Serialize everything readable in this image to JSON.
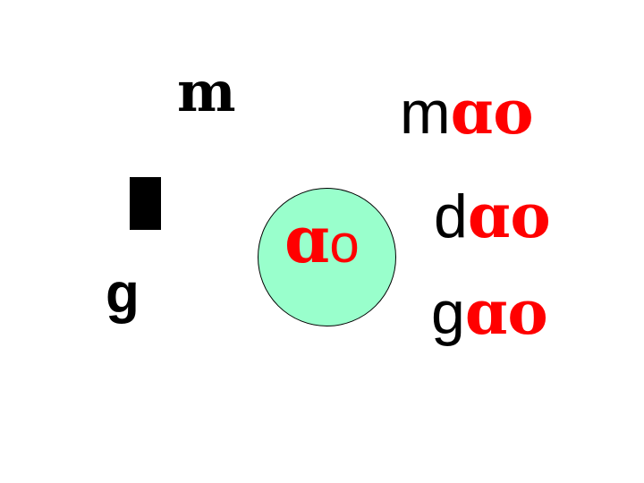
{
  "slide": {
    "initials": {
      "m": "m",
      "g": "g"
    },
    "final_circle": {
      "a": "ɑ",
      "o": "o",
      "fill_color": "#99ffcc"
    },
    "syllables": [
      {
        "initial": "m",
        "final": "ɑo"
      },
      {
        "initial": "d",
        "final": "ɑo"
      },
      {
        "initial": "g",
        "final": "ɑo"
      }
    ],
    "colors": {
      "initial": "#000000",
      "final": "#ff0000"
    }
  }
}
